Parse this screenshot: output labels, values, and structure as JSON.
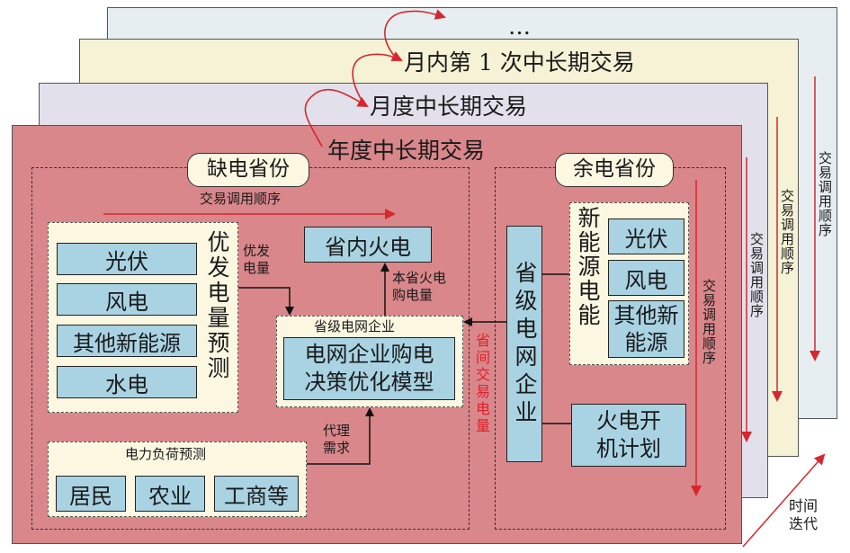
{
  "layers": {
    "l4": "…",
    "l3": "月内第 1 次中长期交易",
    "l2": "月度中长期交易",
    "l1": "年度中长期交易"
  },
  "deficit": {
    "title": "缺电省份",
    "trade_order": "交易调用顺序",
    "priority_sources": [
      "光伏",
      "风电",
      "其他新能源",
      "水电"
    ],
    "priority_forecast": "优发电量预测",
    "priority_energy": "优发\n电量",
    "thermal_in_province": "省内火电",
    "thermal_purchase": "本省火电\n购电量",
    "grid_company": "省级电网企业",
    "grid_model": "电网企业购电\n决策优化模型",
    "agent_demand": "代理\n需求",
    "load_forecast": "电力负荷预测",
    "load_types": [
      "居民",
      "农业",
      "工商等"
    ]
  },
  "inter_province": "省间交易电量",
  "surplus": {
    "title": "余电省份",
    "grid_company": "省级电网企业",
    "new_energy": "新能源电能",
    "new_energy_sources": [
      "光伏",
      "风电",
      "其他新\n能源"
    ],
    "thermal_schedule": "火电开\n机计划",
    "trade_order": "交易调用顺序"
  },
  "outer_trade_order_1": "交易调用顺序",
  "outer_trade_order_2": "交易调用顺序",
  "outer_trade_order_3": "交易调用顺序",
  "time_iteration": "时间\n迭代",
  "colors": {
    "layer1": "#d9878b",
    "layer2": "#e2e0ea",
    "layer3": "#f6f2d5",
    "layer4": "#e7eef2",
    "box_blue": "#a9d3e2",
    "cream": "#fbf7e1",
    "arrow_red": "#d7262c",
    "inter_text": "#e0202a"
  }
}
